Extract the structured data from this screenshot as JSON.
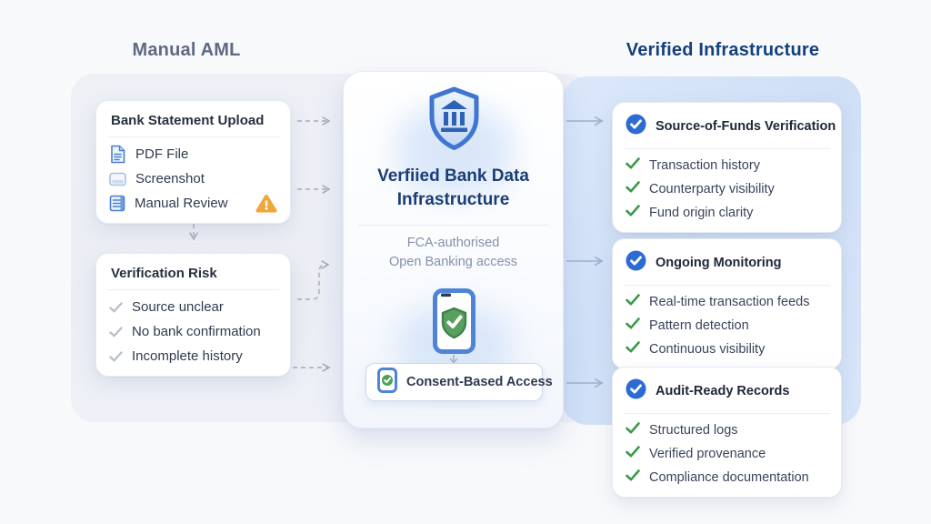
{
  "headers": {
    "left": "Manual AML",
    "right": "Verified Infrastructure"
  },
  "left_column": {
    "upload_card": {
      "title": "Bank Statement Upload",
      "items": [
        {
          "icon": "pdf-file-icon",
          "label": "PDF File"
        },
        {
          "icon": "screenshot-icon",
          "label": "Screenshot"
        },
        {
          "icon": "document-icon",
          "label": "Manual Review",
          "warning_icon": "warning-triangle-icon"
        }
      ]
    },
    "risk_card": {
      "title": "Verification Risk",
      "items": [
        {
          "icon": "check-icon-gray",
          "label": "Source unclear"
        },
        {
          "icon": "check-icon-gray",
          "label": "No bank confirmation"
        },
        {
          "icon": "check-icon-gray",
          "label": "Incomplete history"
        }
      ]
    }
  },
  "center_card": {
    "icon": "bank-shield-icon",
    "title_line1": "Verfiied Bank Data",
    "title_line2": "Infrastructure",
    "subtitle_line1": "FCA-authorised",
    "subtitle_line2": "Open Banking access",
    "phone_icon": "phone-shield-check-icon",
    "consent_badge": {
      "icon": "phone-check-icon",
      "label": "Consent-Based Access"
    }
  },
  "right_column": {
    "cards": [
      {
        "badge_icon": "blue-check-circle-icon",
        "title": "Source-of-Funds Verification",
        "items": [
          {
            "icon": "check-icon-green",
            "label": "Transaction history"
          },
          {
            "icon": "check-icon-green",
            "label": "Counterparty visibility"
          },
          {
            "icon": "check-icon-green",
            "label": "Fund origin clarity"
          }
        ]
      },
      {
        "badge_icon": "blue-check-circle-icon",
        "title": "Ongoing Monitoring",
        "items": [
          {
            "icon": "check-icon-green",
            "label": "Real-time transaction feeds"
          },
          {
            "icon": "check-icon-green",
            "label": "Pattern detection"
          },
          {
            "icon": "check-icon-green",
            "label": "Continuous visibility"
          }
        ]
      },
      {
        "badge_icon": "blue-check-circle-icon",
        "title": "Audit-Ready Records",
        "items": [
          {
            "icon": "check-icon-green",
            "label": "Structured logs"
          },
          {
            "icon": "check-icon-green",
            "label": "Verified provenance"
          },
          {
            "icon": "check-icon-green",
            "label": "Compliance documentation"
          }
        ]
      }
    ]
  },
  "colors": {
    "accent_blue": "#2b6bd3",
    "navy_title": "#1c3e76",
    "header_gray": "#5d6a82",
    "green_check": "#38994d",
    "gray_check": "#b9c1ce",
    "warning_orange": "#f0a63a",
    "panel_gray": "#edeff5",
    "panel_blue": "#d7e4f8",
    "arrow_gray": "#a3abba",
    "arrow_blue": "#9db0cd"
  }
}
